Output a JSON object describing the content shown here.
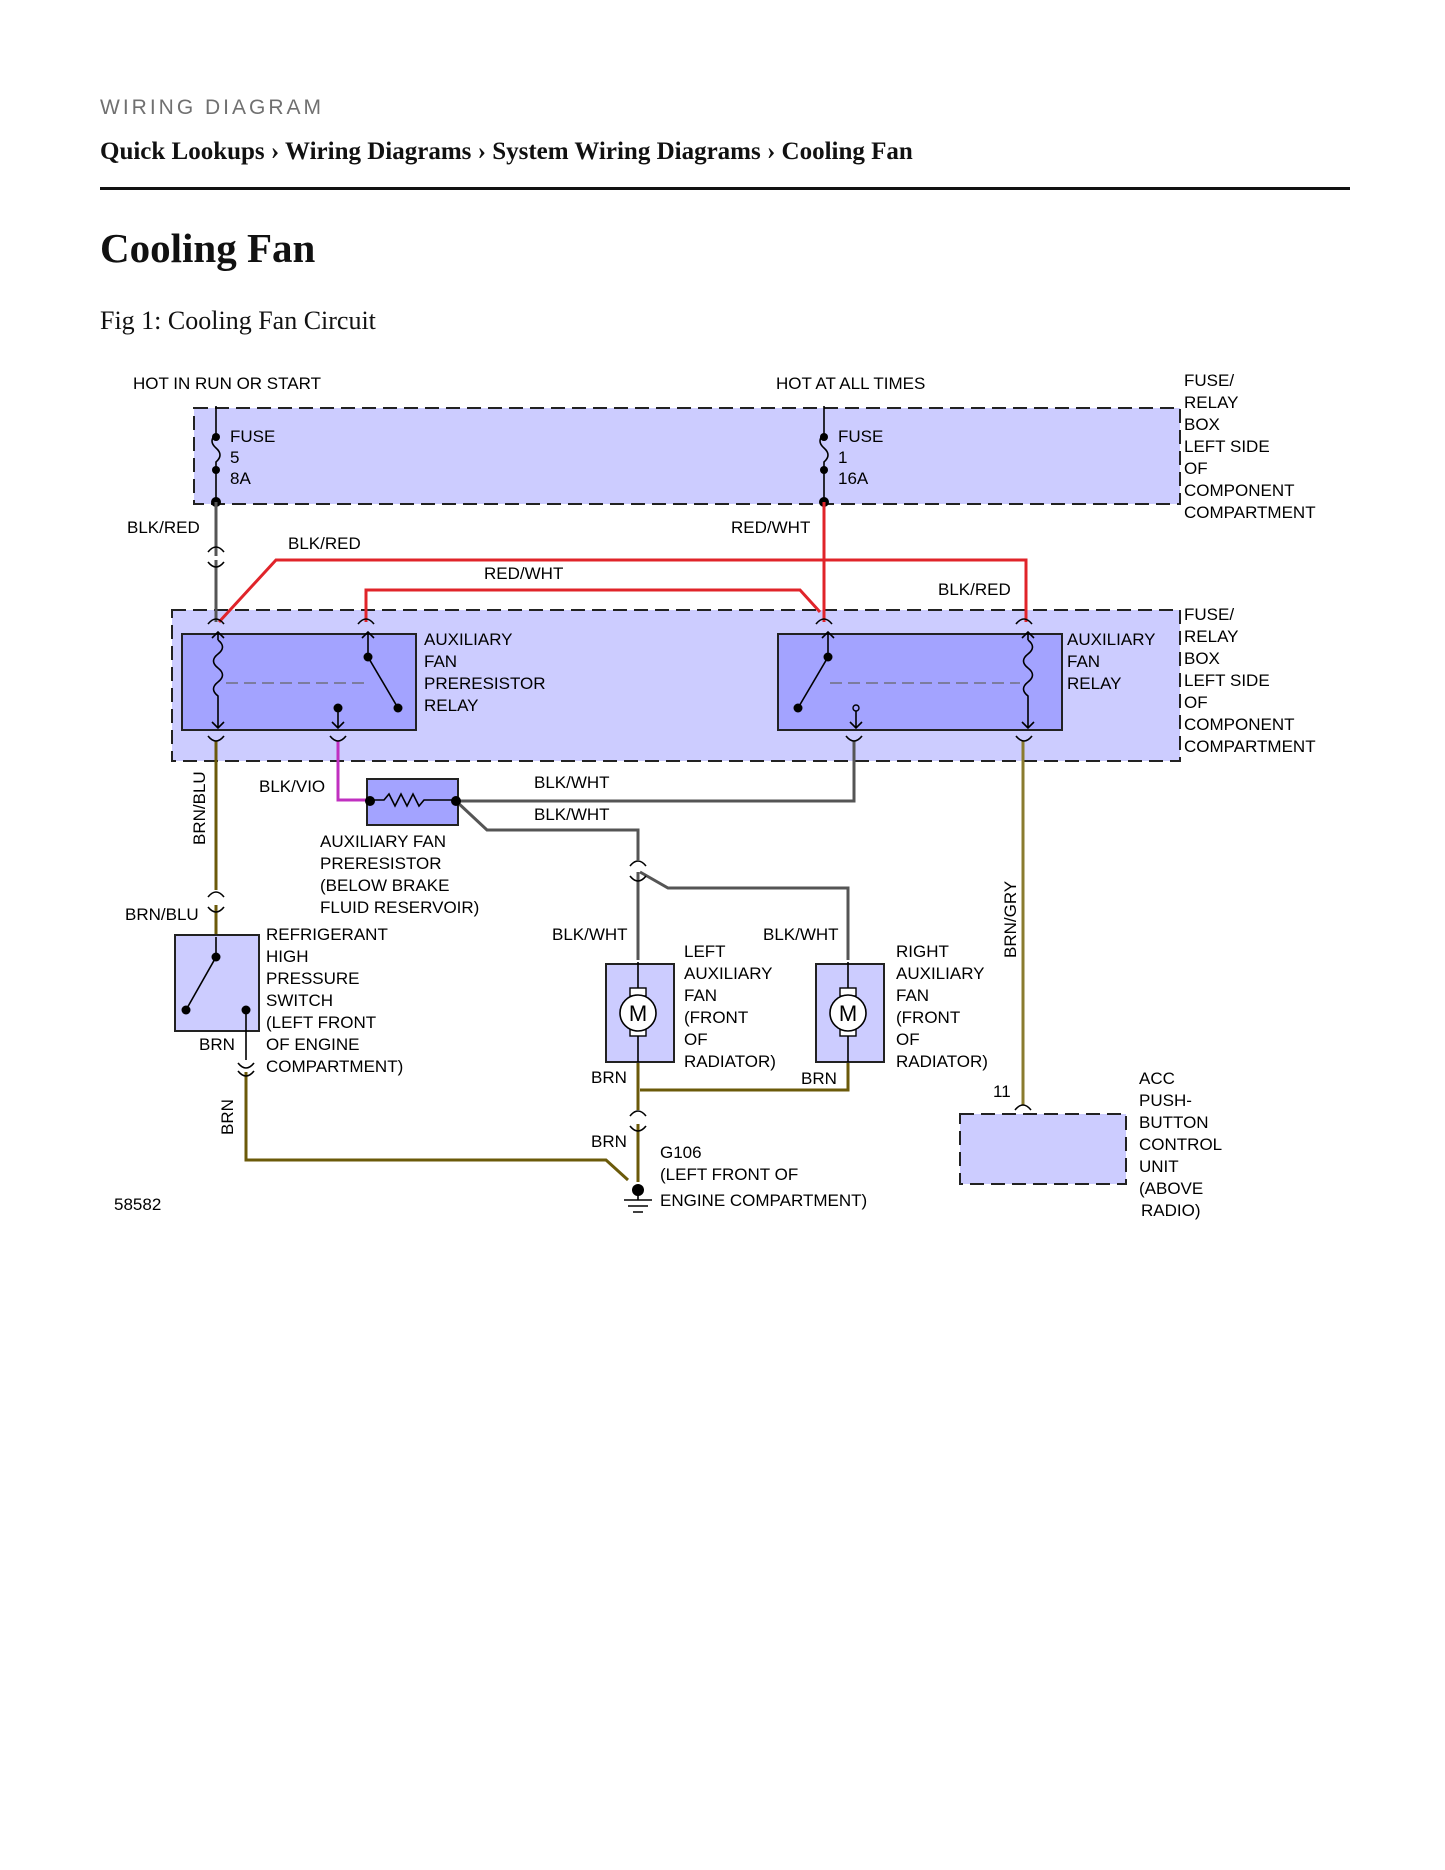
{
  "header": {
    "kicker": "WIRING DIAGRAM",
    "breadcrumb": "Quick Lookups › Wiring Diagrams › System Wiring Diagrams › Cooling Fan"
  },
  "page": {
    "title": "Cooling Fan",
    "figure_caption": "Fig 1: Cooling Fan Circuit"
  },
  "diagram": {
    "figure_number": "58582",
    "power": {
      "left": "HOT IN RUN OR START",
      "right": "HOT AT ALL TIMES"
    },
    "fuse_relay_box_label": [
      "FUSE/",
      "RELAY",
      "BOX",
      "LEFT SIDE",
      "OF",
      "COMPONENT",
      "COMPARTMENT"
    ],
    "fuses": [
      {
        "lines": [
          "FUSE",
          "5",
          "8A"
        ]
      },
      {
        "lines": [
          "FUSE",
          "1",
          "16A"
        ]
      }
    ],
    "relays": {
      "preresistor_relay": [
        "AUXILIARY",
        "FAN",
        "PRERESISTOR",
        "RELAY"
      ],
      "fan_relay": [
        "AUXILIARY",
        "FAN",
        "RELAY"
      ]
    },
    "preresistor": [
      "AUXILIARY FAN",
      "PRERESISTOR",
      "(BELOW BRAKE",
      "FLUID RESERVOIR)"
    ],
    "switch": [
      "REFRIGERANT",
      "HIGH",
      "PRESSURE",
      "SWITCH",
      "(LEFT FRONT",
      "OF ENGINE",
      "COMPARTMENT)"
    ],
    "left_fan": [
      "LEFT",
      "AUXILIARY",
      "FAN",
      "(FRONT",
      "OF",
      "RADIATOR)"
    ],
    "right_fan": [
      "RIGHT",
      "AUXILIARY",
      "FAN",
      "(FRONT",
      "OF",
      "RADIATOR)"
    ],
    "motor_symbol": "M",
    "ground": [
      "G106",
      "(LEFT FRONT OF",
      "ENGINE COMPARTMENT)"
    ],
    "acc_unit": [
      "ACC",
      "PUSH-",
      "BUTTON",
      "CONTROL",
      "UNIT",
      "(ABOVE",
      "RADIO)"
    ],
    "acc_pin": "11",
    "wires": {
      "blk_red": "BLK/RED",
      "red_wht": "RED/WHT",
      "brn_blu": "BRN/BLU",
      "blk_vio": "BLK/VIO",
      "blk_wht": "BLK/WHT",
      "brn": "BRN",
      "brn_gry": "BRN/GRY"
    },
    "colors": {
      "box_fill": "#ccccff",
      "relay_fill": "#a3a3ff",
      "red": "#e0242a",
      "gray": "#555555",
      "brown": "#6b5a0a",
      "olive": "#8a7b2e",
      "violet": "#c030c0"
    }
  }
}
